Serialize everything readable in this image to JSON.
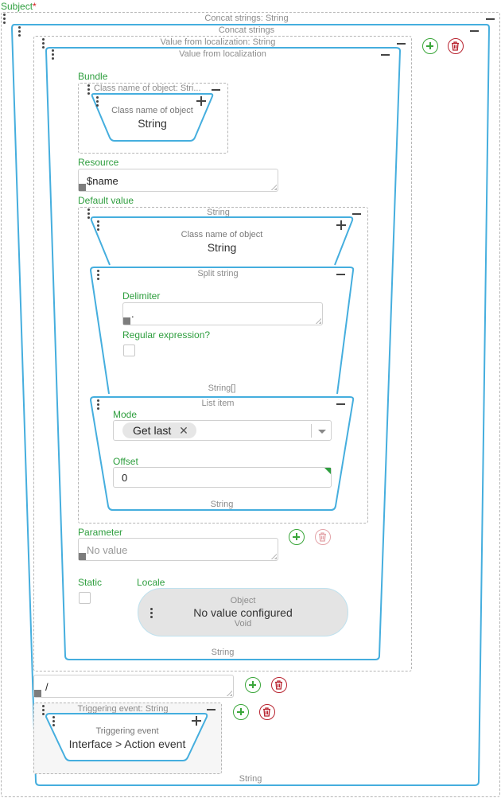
{
  "subject": {
    "label": "Subject",
    "required_mark": "*"
  },
  "concat": {
    "outer_caption": "Concat strings: String",
    "title": "Concat strings",
    "output_type": "String"
  },
  "localization": {
    "outer_caption": "Value from localization: String",
    "title": "Value from localization",
    "output_type": "String",
    "bundle": {
      "label": "Bundle",
      "outer_caption": "Class name of object: Stri...",
      "node_title": "Class name of object",
      "node_value": "String"
    },
    "resource": {
      "label": "Resource",
      "value": "$name"
    },
    "default_value": {
      "label": "Default value",
      "outer_caption": "String",
      "class_node": {
        "title": "Class name of object",
        "value": "String"
      },
      "split": {
        "title": "Split string",
        "delimiter_label": "Delimiter",
        "delimiter_value": ".",
        "regex_label": "Regular expression?",
        "output_type": "String[]"
      },
      "list_item": {
        "title": "List item",
        "mode_label": "Mode",
        "mode_value": "Get last",
        "offset_label": "Offset",
        "offset_value": "0",
        "output_type": "String"
      }
    },
    "parameter": {
      "label": "Parameter",
      "placeholder": "No value"
    },
    "static_label": "Static",
    "locale": {
      "label": "Locale",
      "type": "Object",
      "value": "No value configured",
      "subtype": "Void"
    }
  },
  "separator": {
    "value": "/"
  },
  "trigger": {
    "outer_caption": "Triggering event: String",
    "title": "Triggering event",
    "value": "Interface > Action event"
  },
  "colors": {
    "accent_blue": "#45aede",
    "green": "#2e9e3e",
    "red": "#b8232f"
  }
}
